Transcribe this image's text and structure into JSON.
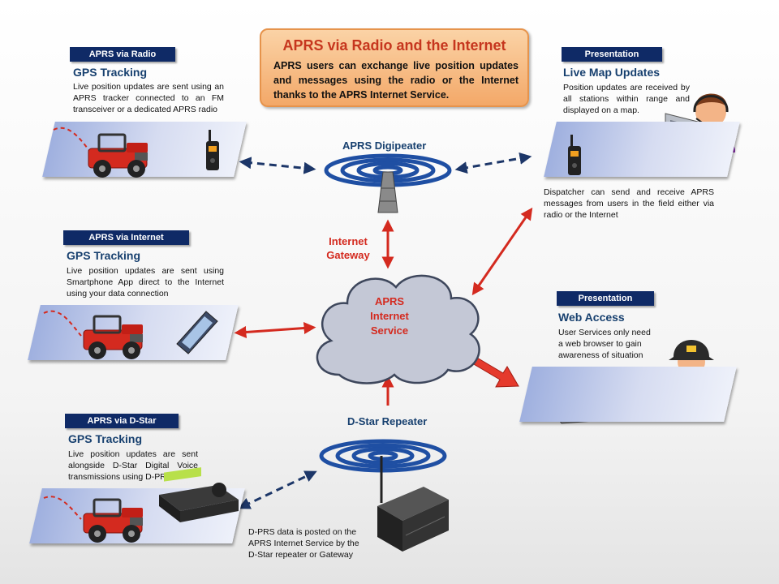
{
  "info_box": {
    "title": "APRS via Radio and the Internet",
    "text": "APRS users can exchange live position updates and messages using the radio or the Internet thanks to the APRS Internet Service."
  },
  "panels": {
    "radio": {
      "badge": "APRS via Radio",
      "title": "GPS Tracking",
      "text": "Live position updates are  sent using an APRS tracker connected to an FM transceiver or a dedicated APRS radio"
    },
    "internet": {
      "badge": "APRS via Internet",
      "title": "GPS Tracking",
      "text": "Live position updates are sent using Smartphone App direct to the Internet using your data connection"
    },
    "dstar": {
      "badge": "APRS via D-Star",
      "title": "GPS Tracking",
      "text": "Live position updates are sent alongside D-Star Digital Voice transmissions using D-PRS"
    },
    "map": {
      "badge": "Presentation",
      "title": "Live Map Updates",
      "text": "Position updates are received by all stations within range and displayed on a map."
    },
    "web": {
      "badge": "Presentation",
      "title": "Web Access",
      "text": "User Services only need a web browser to gain awareness of situation"
    }
  },
  "labels": {
    "digipeater": "APRS Digipeater",
    "gateway": "Internet Gateway",
    "cloud": "APRS Internet Service",
    "dstar_repeater": "D-Star Repeater"
  },
  "notes": {
    "dispatcher": "Dispatcher can send and receive APRS messages from users in the field either via radio or the Internet",
    "dprs": "D-PRS data is posted on the APRS Internet Service by the D-Star repeater or Gateway"
  },
  "colors": {
    "badge": "#0f2a66",
    "title_blue": "#17406f",
    "red": "#d42a1f",
    "navy_arrow": "#1c3668",
    "cloud": "#c4c8d6"
  },
  "icons": [
    "jeep-icon",
    "handheld-radio-icon",
    "smartphone-icon",
    "mobile-radio-icon",
    "radio-tower-icon",
    "repeater-box-icon",
    "operator-headset-icon",
    "monitor-icon",
    "laptop-icon",
    "firefighter-icon",
    "cloud-icon"
  ]
}
